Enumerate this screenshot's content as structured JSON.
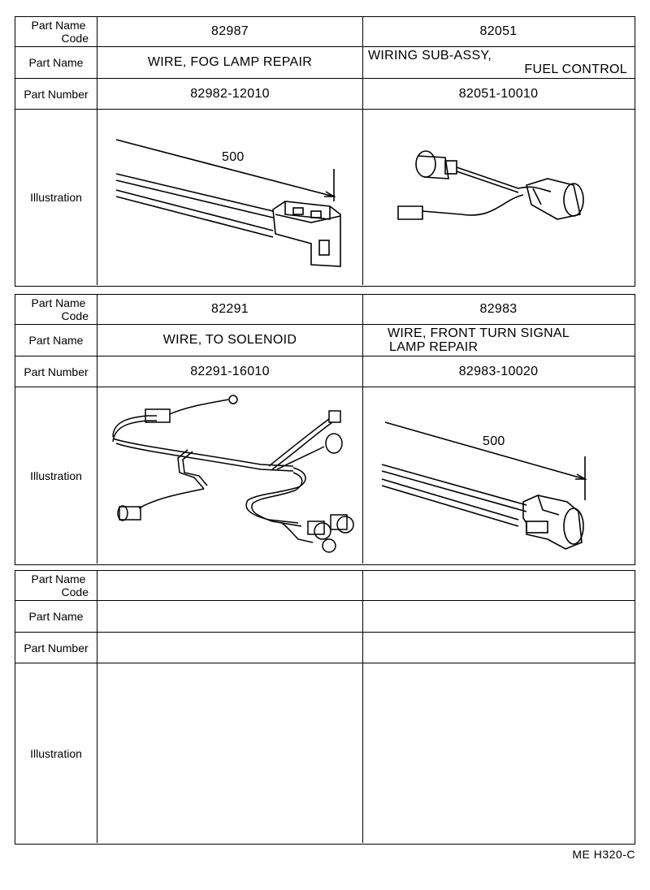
{
  "labels": {
    "code_line1": "Part Name",
    "code_line2": "Code",
    "name": "Part Name",
    "number": "Part Number",
    "illustration": "Illustration"
  },
  "sections": [
    {
      "left": {
        "code": "82987",
        "name": "WIRE, FOG  LAMP  REPAIR",
        "number": "82982-12010",
        "dimension": "500"
      },
      "right": {
        "code": "82051",
        "name_line1": "WIRING SUB-ASSY,",
        "name_line2": "FUEL  CONTROL",
        "number": "82051-10010"
      }
    },
    {
      "left": {
        "code": "82291",
        "name": "WIRE, TO  SOLENOID",
        "number": "82291-16010"
      },
      "right": {
        "code": "82983",
        "name_line1": "WIRE,  FRONT  TURN  SIGNAL",
        "name_line2": "LAMP  REPAIR",
        "number": "82983-10020",
        "dimension": "500"
      }
    },
    {
      "left": {
        "code": "",
        "name": "",
        "number": ""
      },
      "right": {
        "code": "",
        "name": "",
        "number": ""
      }
    }
  ],
  "footer": "ME  H320-C"
}
